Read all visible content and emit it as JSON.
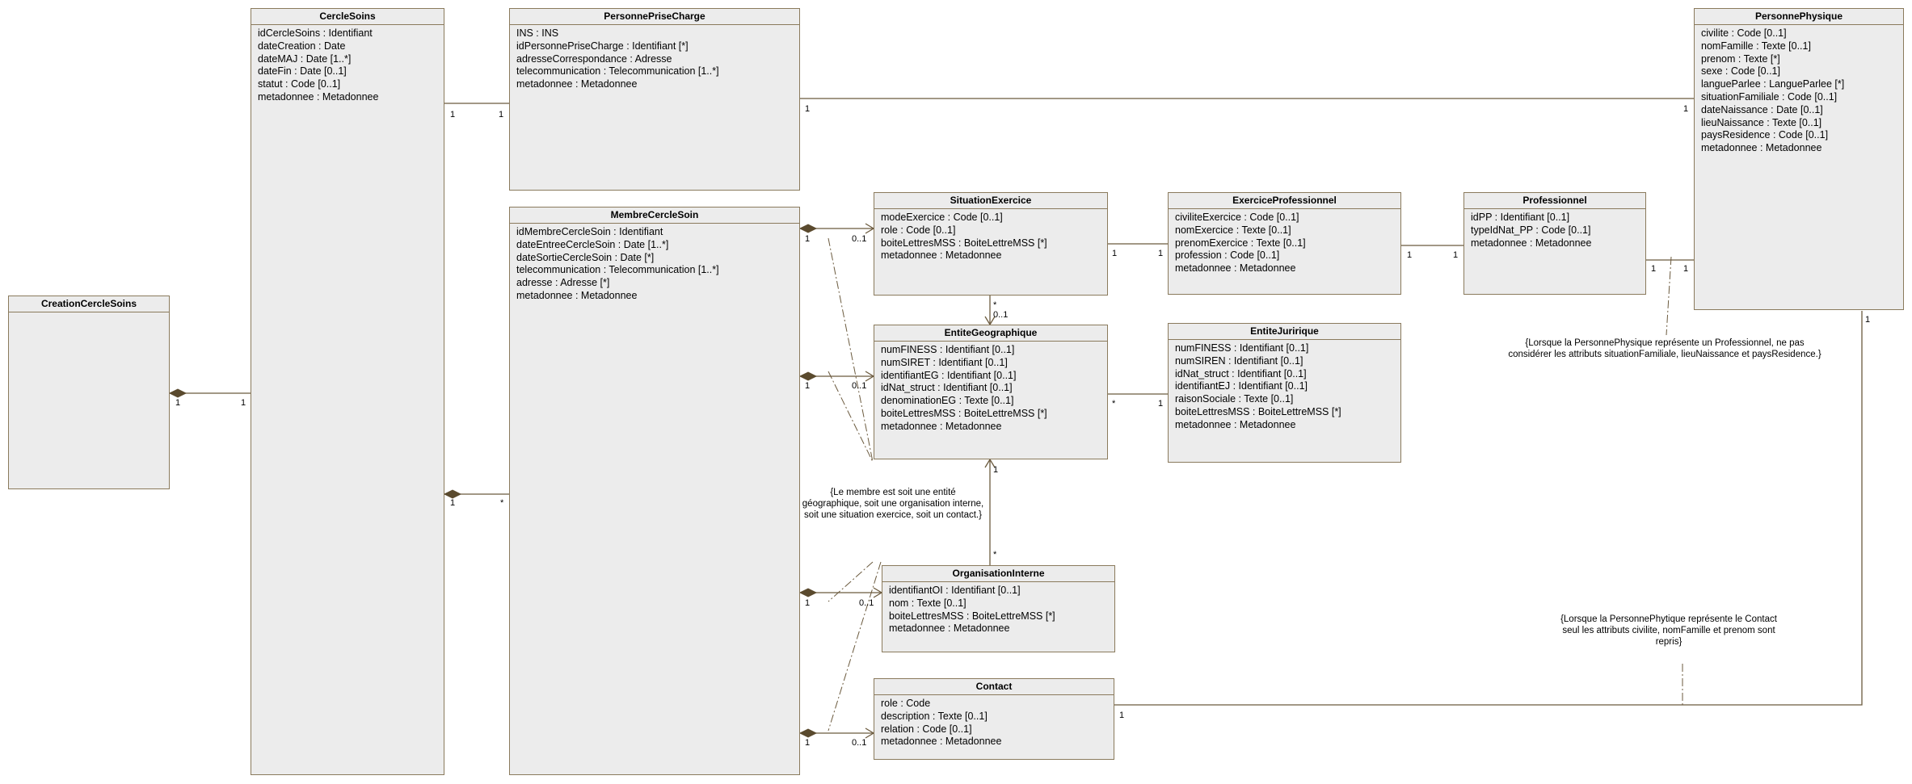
{
  "classes": {
    "creation_cercle_soins": {
      "name": "CreationCercleSoins",
      "attributes": []
    },
    "cercle_soins": {
      "name": "CercleSoins",
      "attributes": [
        "idCercleSoins : Identifiant",
        "dateCreation : Date",
        "dateMAJ : Date [1..*]",
        "dateFin : Date [0..1]",
        "statut : Code [0..1]",
        "metadonnee : Metadonnee"
      ]
    },
    "personne_prise_charge": {
      "name": "PersonnePriseCharge",
      "attributes": [
        "INS : INS",
        "idPersonnePriseCharge : Identifiant [*]",
        "adresseCorrespondance : Adresse",
        "telecommunication : Telecommunication [1..*]",
        "metadonnee : Metadonnee"
      ]
    },
    "membre_cercle_soin": {
      "name": "MembreCercleSoin",
      "attributes": [
        "idMembreCercleSoin : Identifiant",
        "dateEntreeCercleSoin : Date [1..*]",
        "dateSortieCercleSoin : Date [*]",
        "telecommunication : Telecommunication [1..*]",
        "adresse : Adresse [*]",
        "metadonnee : Metadonnee"
      ]
    },
    "situation_exercice": {
      "name": "SituationExercice",
      "attributes": [
        "modeExercice : Code [0..1]",
        "role : Code [0..1]",
        "boiteLettresMSS : BoiteLettreMSS [*]",
        "metadonnee : Metadonnee"
      ]
    },
    "exercice_professionnel": {
      "name": "ExerciceProfessionnel",
      "attributes": [
        "civiliteExercice : Code [0..1]",
        "nomExercice : Texte [0..1]",
        "prenomExercice : Texte [0..1]",
        "profession : Code [0..1]",
        "metadonnee : Metadonnee"
      ]
    },
    "professionnel": {
      "name": "Professionnel",
      "attributes": [
        "idPP : Identifiant [0..1]",
        "typeIdNat_PP : Code [0..1]",
        "metadonnee : Metadonnee"
      ]
    },
    "personne_physique": {
      "name": "PersonnePhysique",
      "attributes": [
        "civilite : Code [0..1]",
        "nomFamille : Texte [0..1]",
        "prenom : Texte [*]",
        "sexe : Code [0..1]",
        "langueParlee : LangueParlee [*]",
        "situationFamiliale : Code [0..1]",
        "dateNaissance : Date [0..1]",
        "lieuNaissance : Texte [0..1]",
        "paysResidence : Code [0..1]",
        "metadonnee : Metadonnee"
      ]
    },
    "entite_geographique": {
      "name": "EntiteGeographique",
      "attributes": [
        "numFINESS : Identifiant [0..1]",
        "numSIRET : Identifiant [0..1]",
        "identifiantEG : Identifiant [0..1]",
        "idNat_struct : Identifiant [0..1]",
        "denominationEG : Texte [0..1]",
        "boiteLettresMSS : BoiteLettreMSS [*]",
        "metadonnee : Metadonnee"
      ]
    },
    "entite_juridique": {
      "name": "EntiteJuririque",
      "attributes": [
        "numFINESS : Identifiant [0..1]",
        "numSIREN : Identifiant [0..1]",
        "idNat_struct : Identifiant [0..1]",
        "identifiantEJ : Identifiant [0..1]",
        "raisonSociale : Texte [0..1]",
        "boiteLettresMSS : BoiteLettreMSS [*]",
        "metadonnee : Metadonnee"
      ]
    },
    "organisation_interne": {
      "name": "OrganisationInterne",
      "attributes": [
        "identifiantOI : Identifiant [0..1]",
        "nom : Texte [0..1]",
        "boiteLettresMSS : BoiteLettreMSS [*]",
        "metadonnee : Metadonnee"
      ]
    },
    "contact": {
      "name": "Contact",
      "attributes": [
        "role : Code",
        "description : Texte [0..1]",
        "relation : Code [0..1]",
        "metadonnee : Metadonnee"
      ]
    }
  },
  "multiplicities": {
    "creation_a": "1",
    "creation_b": "1",
    "cs_ppc_a": "1",
    "cs_ppc_b": "1",
    "cs_mcs_a": "1",
    "cs_mcs_b": "*",
    "ppc_pp_a": "1",
    "ppc_pp_b": "1",
    "mcs_se_a": "1",
    "mcs_se_b": "0..1",
    "mcs_eg_a": "1",
    "mcs_eg_b": "0..1",
    "mcs_oi_a": "1",
    "mcs_oi_b": "0..1",
    "mcs_ct_a": "1",
    "mcs_ct_b": "0..1",
    "se_ep_a": "1",
    "se_ep_b": "1",
    "ep_pro_a": "1",
    "ep_pro_b": "1",
    "pro_pp_a": "1",
    "pro_pp_b": "1",
    "se_eg_a": "*",
    "se_eg_b": "0..1",
    "eg_ej_a": "*",
    "eg_ej_b": "1",
    "oi_eg_a": "*",
    "oi_eg_b": "1",
    "ct_pp_a": "1",
    "ct_pp_b": "1"
  },
  "notes": {
    "membre": "{Le membre est soit une entité géographique, soit une organisation interne, soit une situation exercice, soit un contact.}",
    "professionnel": "{Lorsque la PersonnePhysique représente un Professionnel, ne pas considérer les attributs situationFamiliale, lieuNaissance et paysResidence.}",
    "contact": "{Lorsque la PersonnePhytique représente le Contact seul les attributs civilite, nomFamille et prenom sont repris}"
  },
  "colors": {
    "class_fill": "#ececec",
    "class_border": "#8a7a5c",
    "line": "#6b5a3e"
  }
}
